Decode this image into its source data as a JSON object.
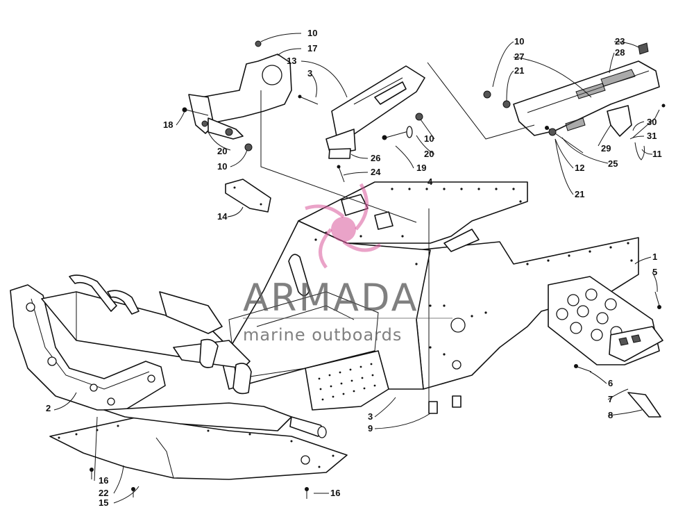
{
  "watermark": {
    "brand": "ARMADA",
    "tagline": "marine outboards",
    "accent_color": "#d9579a",
    "text_color": "#555555"
  },
  "callouts": [
    {
      "id": "c1",
      "text": "1"
    },
    {
      "id": "c2",
      "text": "2"
    },
    {
      "id": "c3a",
      "text": "3"
    },
    {
      "id": "c3b",
      "text": "3"
    },
    {
      "id": "c4",
      "text": "4"
    },
    {
      "id": "c5",
      "text": "5"
    },
    {
      "id": "c6",
      "text": "6"
    },
    {
      "id": "c7",
      "text": "7"
    },
    {
      "id": "c8",
      "text": "8"
    },
    {
      "id": "c9",
      "text": "9"
    },
    {
      "id": "c10a",
      "text": "10"
    },
    {
      "id": "c10b",
      "text": "10"
    },
    {
      "id": "c10c",
      "text": "10"
    },
    {
      "id": "c10d",
      "text": "10"
    },
    {
      "id": "c11",
      "text": "11"
    },
    {
      "id": "c12",
      "text": "12"
    },
    {
      "id": "c13",
      "text": "13"
    },
    {
      "id": "c14",
      "text": "14"
    },
    {
      "id": "c15",
      "text": "15"
    },
    {
      "id": "c16a",
      "text": "16"
    },
    {
      "id": "c16b",
      "text": "16"
    },
    {
      "id": "c17",
      "text": "17"
    },
    {
      "id": "c18",
      "text": "18"
    },
    {
      "id": "c19",
      "text": "19"
    },
    {
      "id": "c20a",
      "text": "20"
    },
    {
      "id": "c20b",
      "text": "20"
    },
    {
      "id": "c21a",
      "text": "21"
    },
    {
      "id": "c21b",
      "text": "21"
    },
    {
      "id": "c22",
      "text": "22"
    },
    {
      "id": "c23",
      "text": "23"
    },
    {
      "id": "c24",
      "text": "24"
    },
    {
      "id": "c25",
      "text": "25"
    },
    {
      "id": "c26",
      "text": "26"
    },
    {
      "id": "c27",
      "text": "27"
    },
    {
      "id": "c28",
      "text": "28"
    },
    {
      "id": "c29",
      "text": "29"
    },
    {
      "id": "c30",
      "text": "30"
    },
    {
      "id": "c31",
      "text": "31"
    }
  ]
}
